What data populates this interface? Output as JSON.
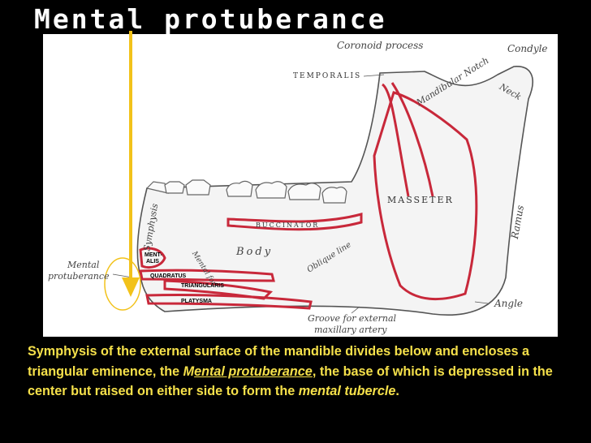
{
  "title": "Mental protuberance",
  "figure": {
    "labels": {
      "coronoid": "Coronoid process",
      "condyle": "Condyle",
      "temporalis": "TEMPORALIS",
      "notch": "Mandibular Notch",
      "neck": "Neck",
      "masseter": "MASSETER",
      "ramus": "Ramus",
      "buccinator": "BUCCINATOR",
      "symphysis": "Symphysis",
      "mentalis_1": "MENT-",
      "mentalis_2": "ALIS",
      "body": "Body",
      "mental_for": "Mental for.",
      "oblique": "Oblique line",
      "quadratus": "QUADRATUS",
      "triangularis": "TRIANGULARIS",
      "platysma": "PLATYSMA",
      "mental_prot_1": "Mental",
      "mental_prot_2": "protuberance",
      "groove_1": "Groove for external",
      "groove_2": "maxillary artery",
      "angle": "Angle"
    }
  },
  "caption": {
    "part1": "Symphysis of the external surface of the mandible divides below and encloses a triangular eminence, the ",
    "term_m": "M",
    "term_rest": "ental protuberance",
    "part2": ", the base of which is depressed in the center but raised on either side to form the ",
    "term2": "mental tubercle",
    "part3": "."
  },
  "colors": {
    "background": "#000000",
    "title": "#ffffff",
    "caption": "#f5e04a",
    "arrow": "#f2c21a",
    "muscle_outline": "#c8283a"
  }
}
